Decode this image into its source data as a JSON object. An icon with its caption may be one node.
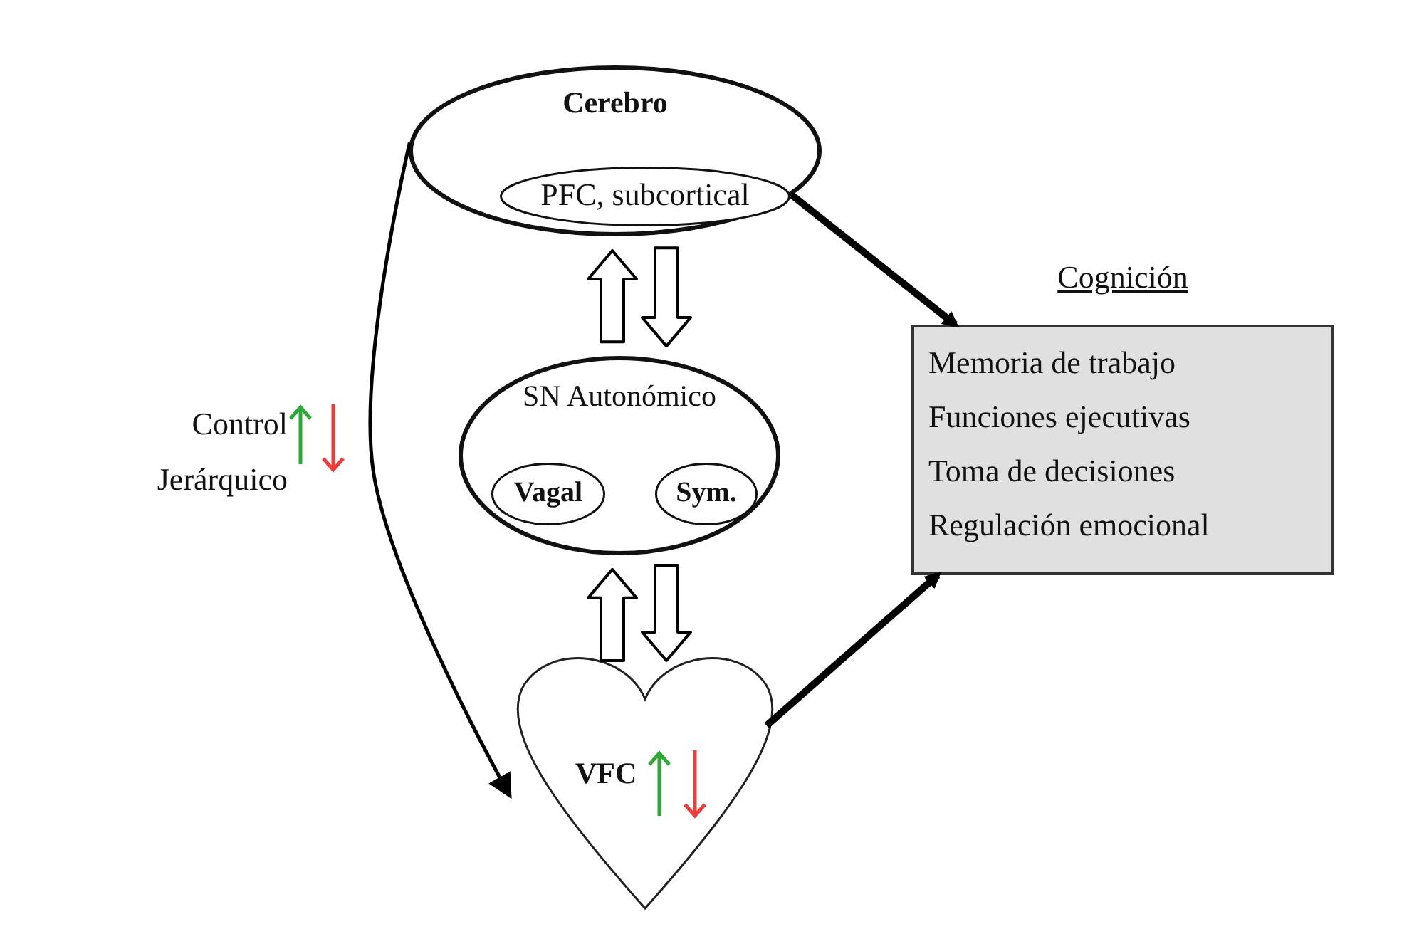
{
  "diagram": {
    "nodes": [
      {
        "text": [
          "Cerebro"
        ]
      },
      {
        "text": [
          "PFC, subcortical"
        ],
        "in": 0
      },
      {
        "text": [
          "SN Autonómico"
        ]
      },
      {
        "text": [
          "Vagal"
        ],
        "in": 2
      },
      {
        "text": [
          "Sym."
        ],
        "in": 2
      },
      {
        "text": [
          "VFC"
        ]
      },
      {
        "text": [
          "Cognición",
          "Memoria de trabajo",
          "Funciones ejecutivas",
          "Toma de decisiones",
          "Regulación emocional"
        ]
      }
    ],
    "edges": [
      {
        "from": 0,
        "to": 6,
        "arrow": "to"
      },
      {
        "from": 5,
        "to": 6,
        "arrow": "to"
      },
      {
        "from": 0,
        "to": 5,
        "arrow": "to"
      },
      {
        "from": 2,
        "to": 0,
        "arrow": "to"
      },
      {
        "from": 0,
        "to": 2,
        "arrow": "to"
      },
      {
        "from": 5,
        "to": 2,
        "arrow": "to"
      },
      {
        "from": 2,
        "to": 5,
        "arrow": "to"
      }
    ],
    "labels": [
      "Control Jerárquico"
    ]
  }
}
